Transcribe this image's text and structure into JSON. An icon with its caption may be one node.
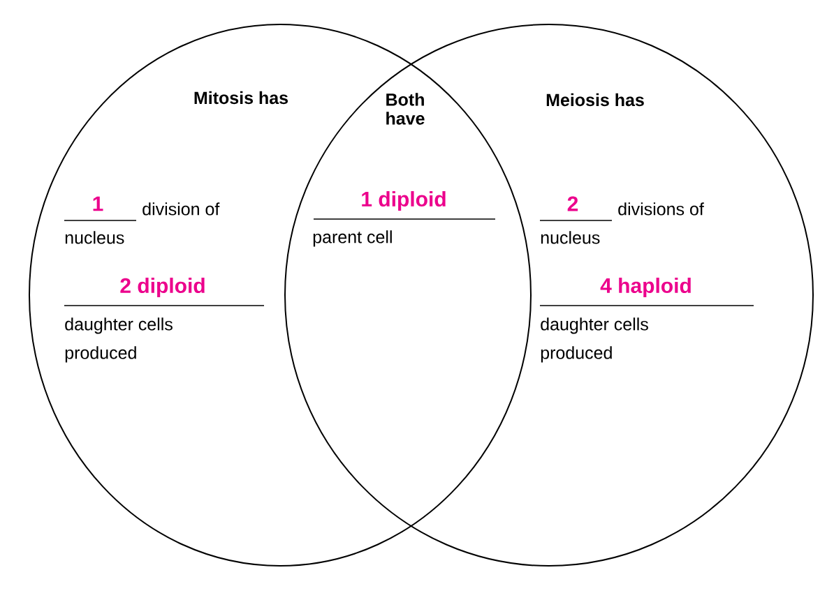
{
  "diagram": {
    "nodes": [
      {
        "text": [
          "Mitosis has",
          "1",
          "division of nucleus",
          "2 diploid",
          "daughter cells produced"
        ]
      },
      {
        "text": [
          "Meiosis has",
          "2",
          "divisions of nucleus",
          "4 haploid",
          "daughter cells produced"
        ]
      }
    ],
    "labels": [
      "Both have",
      "1 diploid",
      "parent cell"
    ]
  }
}
